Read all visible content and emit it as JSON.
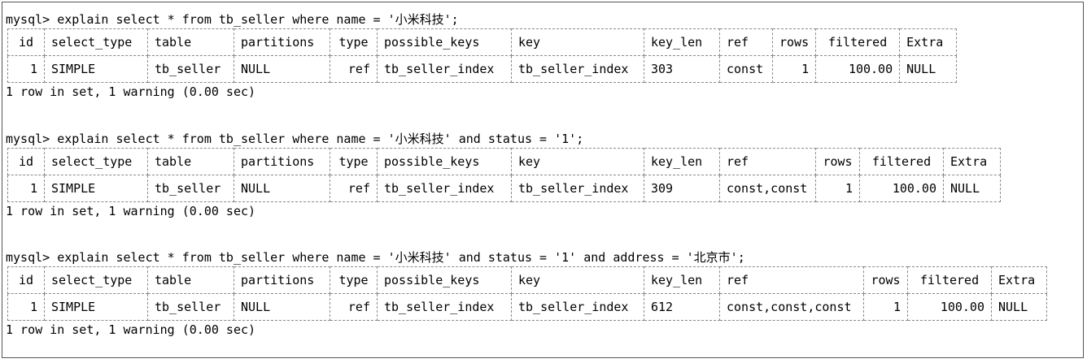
{
  "prompt": "mysql>",
  "blocks": [
    {
      "command": "explain select * from tb_seller where name = '小米科技';",
      "headers": [
        "id",
        "select_type",
        "table",
        "partitions",
        "type",
        "possible_keys",
        "key",
        "key_len",
        "ref",
        "rows",
        "filtered",
        "Extra"
      ],
      "row": [
        "1",
        "SIMPLE",
        "tb_seller",
        "NULL",
        "ref",
        "tb_seller_index",
        "tb_seller_index",
        "303",
        "const",
        "1",
        "100.00",
        "NULL"
      ],
      "status": "1 row in set, 1 warning (0.00 sec)"
    },
    {
      "command": "explain select * from tb_seller where name = '小米科技' and status = '1';",
      "headers": [
        "id",
        "select_type",
        "table",
        "partitions",
        "type",
        "possible_keys",
        "key",
        "key_len",
        "ref",
        "rows",
        "filtered",
        "Extra"
      ],
      "row": [
        "1",
        "SIMPLE",
        "tb_seller",
        "NULL",
        "ref",
        "tb_seller_index",
        "tb_seller_index",
        "309",
        "const,const",
        "1",
        "100.00",
        "NULL"
      ],
      "status": "1 row in set, 1 warning (0.00 sec)"
    },
    {
      "command": "explain select * from tb_seller where name = '小米科技' and status = '1' and address = '北京市';",
      "headers": [
        "id",
        "select_type",
        "table",
        "partitions",
        "type",
        "possible_keys",
        "key",
        "key_len",
        "ref",
        "rows",
        "filtered",
        "Extra"
      ],
      "row": [
        "1",
        "SIMPLE",
        "tb_seller",
        "NULL",
        "ref",
        "tb_seller_index",
        "tb_seller_index",
        "612",
        "const,const,const",
        "1",
        "100.00",
        "NULL"
      ],
      "status": "1 row in set, 1 warning (0.00 sec)"
    }
  ]
}
